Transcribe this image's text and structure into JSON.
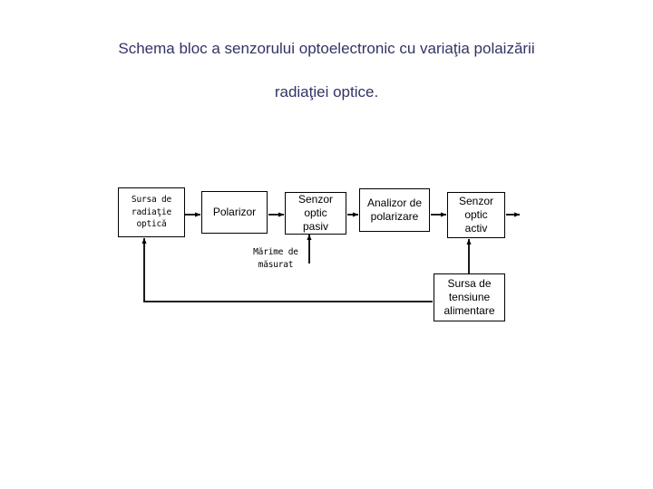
{
  "slide": {
    "background_color": "#ffffff",
    "title": {
      "color": "#333366",
      "line1": "Schema bloc a senzorului optoelectronic cu variaţia polaizării",
      "line2": "radiaţiei optice."
    }
  },
  "diagram": {
    "line_color": "#000000",
    "box_fill": "#ffffff",
    "text_color": "#000000",
    "boxes": [
      {
        "id": "source",
        "label": "Sursa de\nradiaţie\noptică",
        "line1": "Sursa de",
        "line2": "radiaţie",
        "line3": "optică"
      },
      {
        "id": "polarizer",
        "label": "Polarizor",
        "line1": "Polarizor",
        "line2": "",
        "line3": ""
      },
      {
        "id": "passive",
        "label": "Senzor\noptic\npasiv",
        "line1": "Senzor",
        "line2": "optic",
        "line3": "pasiv"
      },
      {
        "id": "analyzer",
        "label": "Analizor de\npolarizare",
        "line1": "Analizor de",
        "line2": "polarizare",
        "line3": ""
      },
      {
        "id": "active",
        "label": "Senzor\noptic\nactiv",
        "line1": "Senzor",
        "line2": "optic",
        "line3": "activ"
      },
      {
        "id": "power",
        "label": "Sursa de\ntensiune\nalimentare",
        "line1": "Sursa de",
        "line2": "tensiune",
        "line3": "alimentare"
      }
    ],
    "labels": [
      {
        "id": "measurand",
        "line1": "Mărime de",
        "line2": "măsurat"
      }
    ]
  }
}
